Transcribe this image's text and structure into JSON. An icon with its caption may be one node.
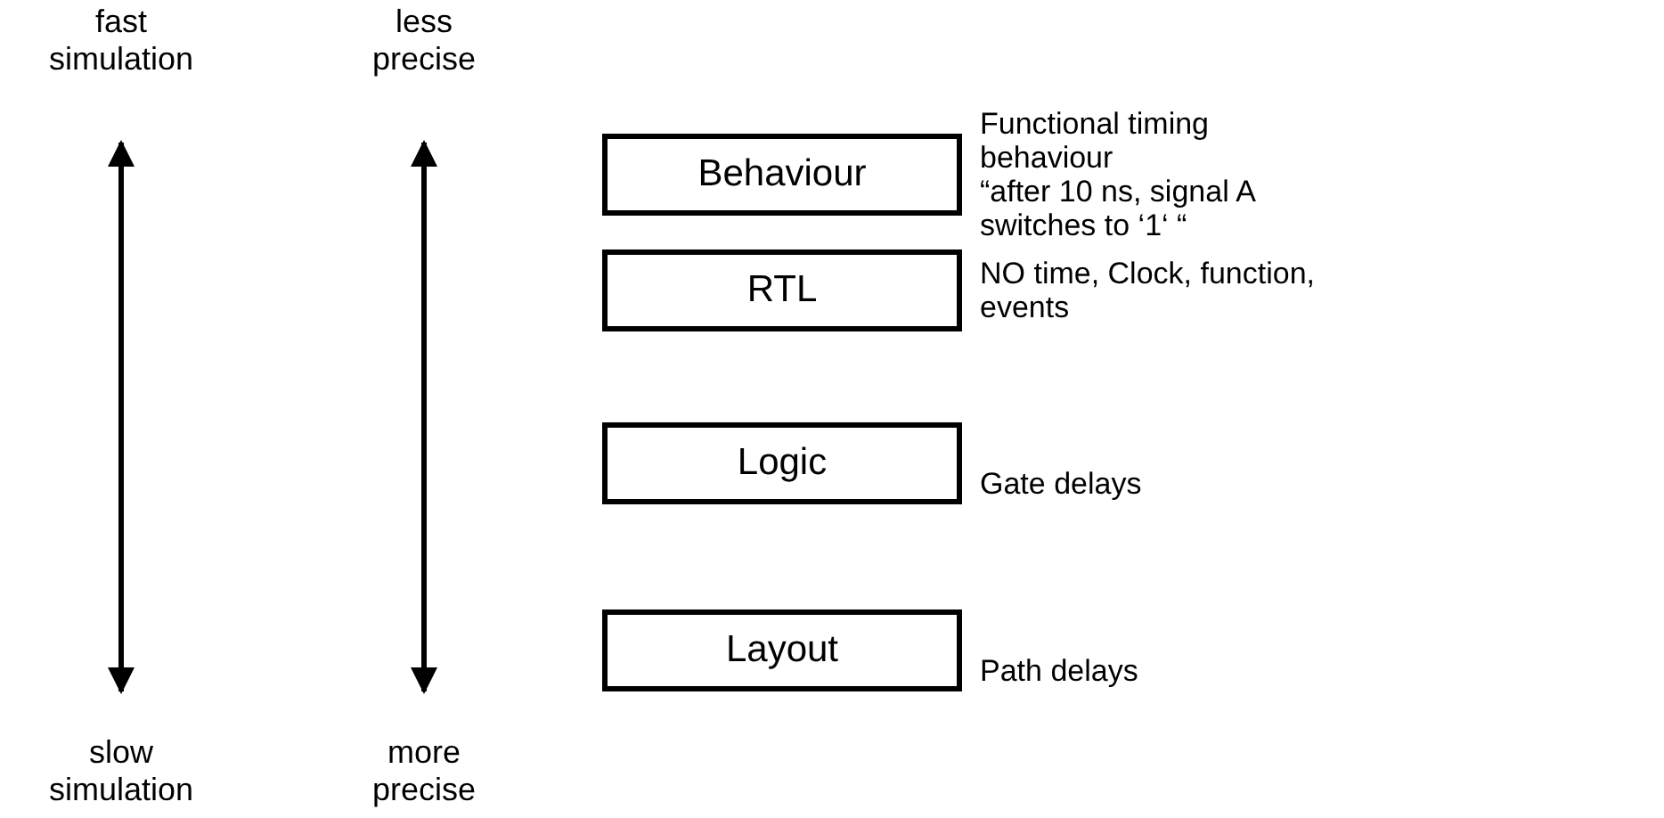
{
  "diagram": {
    "nodes": [
      {
        "text": [
          "fast simulation"
        ]
      },
      {
        "text": [
          "slow simulation"
        ]
      },
      {
        "text": [
          "less precise"
        ]
      },
      {
        "text": [
          "more precise"
        ]
      },
      {
        "text": [
          "Behaviour"
        ],
        "beside": [
          "Functional timing behaviour",
          "“after 10 ns, signal A switches to ‘1‘ “"
        ]
      },
      {
        "text": [
          "RTL"
        ],
        "beside": [
          "NO time, Clock, function, events"
        ]
      },
      {
        "text": [
          "Logic"
        ],
        "beside": [
          "Gate delays"
        ]
      },
      {
        "text": [
          "Layout"
        ],
        "beside": [
          "Path delays"
        ]
      }
    ],
    "edges": [
      {
        "from": 0,
        "to": 1,
        "arrow": "both"
      },
      {
        "from": 2,
        "to": 3,
        "arrow": "both"
      }
    ]
  }
}
